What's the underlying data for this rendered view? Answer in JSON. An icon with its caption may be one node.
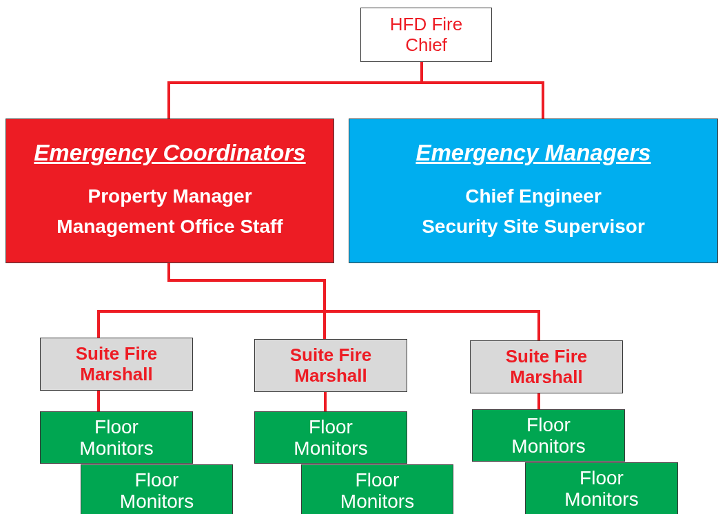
{
  "diagram": {
    "nodes": [
      {
        "text": [
          "HFD Fire Chief"
        ]
      },
      {
        "text": [
          "Emergency Coordinators",
          "Property Manager",
          "Management Office Staff"
        ]
      },
      {
        "text": [
          "Emergency Managers",
          "Chief Engineer",
          "Security Site Supervisor"
        ]
      },
      {
        "text": [
          "Suite Fire Marshall"
        ]
      },
      {
        "text": [
          "Suite Fire Marshall"
        ]
      },
      {
        "text": [
          "Suite Fire Marshall"
        ]
      },
      {
        "text": [
          "Floor Monitors"
        ]
      },
      {
        "text": [
          "Floor Monitors"
        ]
      },
      {
        "text": [
          "Floor Monitors"
        ]
      },
      {
        "text": [
          "Floor Monitors"
        ]
      },
      {
        "text": [
          "Floor Monitors"
        ]
      },
      {
        "text": [
          "Floor Monitors"
        ]
      }
    ],
    "edges": [
      {
        "from": 0,
        "to": 1,
        "arrow": "none"
      },
      {
        "from": 0,
        "to": 2,
        "arrow": "none"
      },
      {
        "from": 1,
        "to": 3,
        "arrow": "none"
      },
      {
        "from": 1,
        "to": 4,
        "arrow": "none"
      },
      {
        "from": 1,
        "to": 5,
        "arrow": "none"
      },
      {
        "from": 3,
        "to": 6,
        "arrow": "none"
      },
      {
        "from": 4,
        "to": 8,
        "arrow": "none"
      },
      {
        "from": 5,
        "to": 10,
        "arrow": "none"
      }
    ]
  }
}
